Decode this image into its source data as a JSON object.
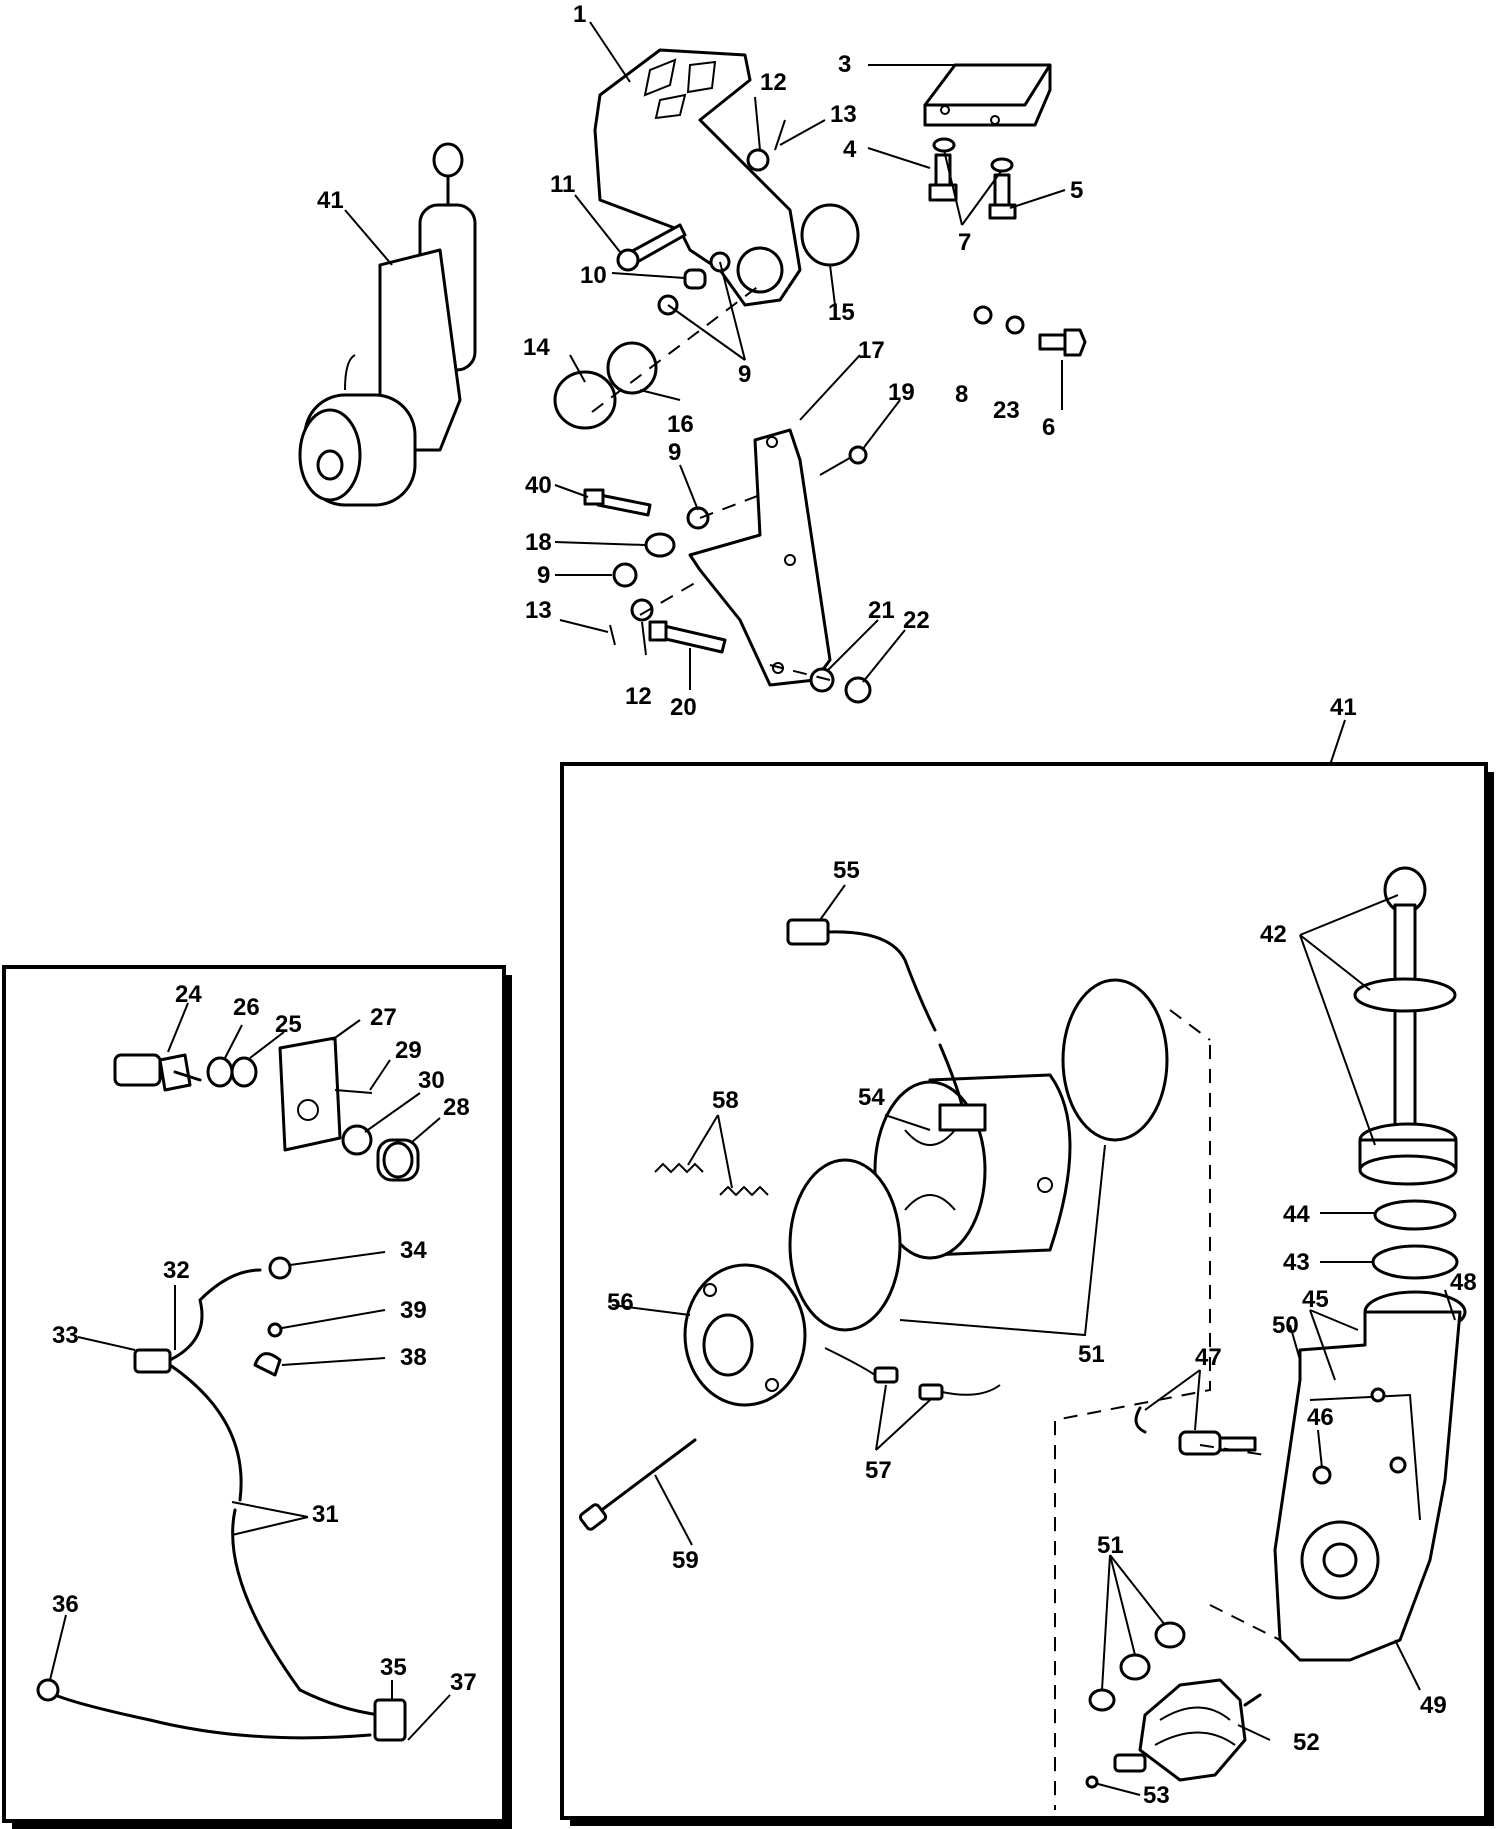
{
  "callouts": {
    "c1": "1",
    "c3": "3",
    "c4": "4",
    "c5": "5",
    "c6": "6",
    "c7": "7",
    "c8": "8",
    "c9a": "9",
    "c9b": "9",
    "c9c": "9",
    "c10": "10",
    "c11": "11",
    "c12a": "12",
    "c12b": "12",
    "c13a": "13",
    "c13b": "13",
    "c14": "14",
    "c15": "15",
    "c16": "16",
    "c17": "17",
    "c18": "18",
    "c19": "19",
    "c20": "20",
    "c21": "21",
    "c22": "22",
    "c23": "23",
    "c40": "40",
    "c41a": "41",
    "c41b": "41",
    "c24": "24",
    "c25": "25",
    "c26": "26",
    "c27": "27",
    "c28": "28",
    "c29": "29",
    "c30": "30",
    "c31": "31",
    "c32": "32",
    "c33": "33",
    "c34": "34",
    "c35": "35",
    "c36": "36",
    "c37": "37",
    "c38": "38",
    "c39": "39",
    "c42": "42",
    "c43": "43",
    "c44": "44",
    "c45": "45",
    "c46": "46",
    "c47": "47",
    "c48": "48",
    "c49": "49",
    "c50": "50",
    "c51a": "51",
    "c51b": "51",
    "c52": "52",
    "c53": "53",
    "c54": "54",
    "c55": "55",
    "c56": "56",
    "c57": "57",
    "c58": "58",
    "c59": "59"
  },
  "colors": {
    "ink": "#000000",
    "paper": "#ffffff"
  }
}
